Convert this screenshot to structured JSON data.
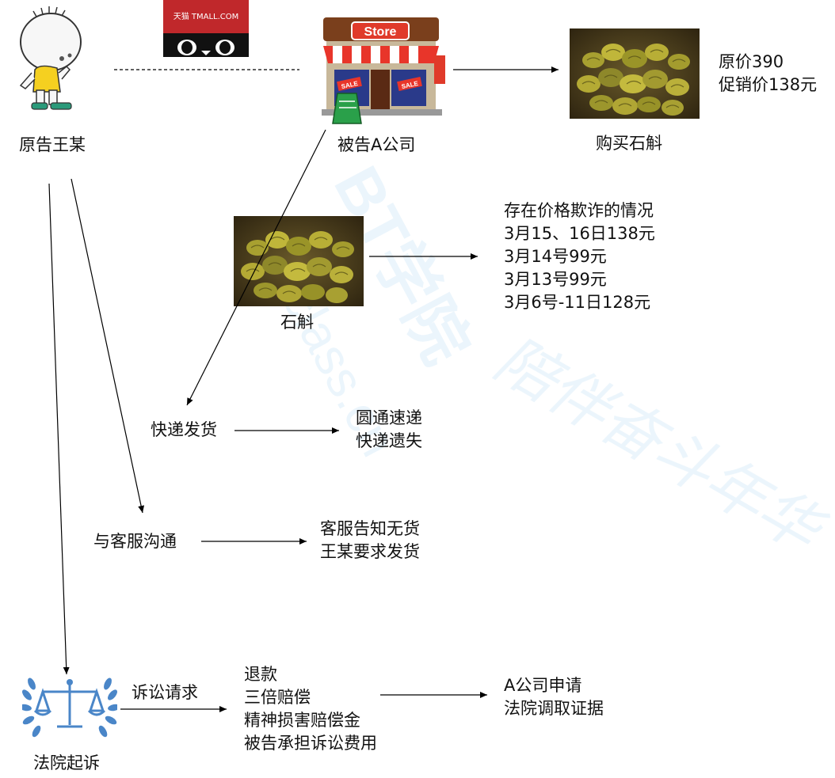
{
  "plaintiff": {
    "label": "原告王某"
  },
  "platform_logo": {
    "text": "天猫 TMALL.COM"
  },
  "store": {
    "sign": "Store",
    "sale_badge": "SALE",
    "label": "被告A公司"
  },
  "purchase": {
    "label": "购买石斛",
    "prices": [
      "原价390",
      "促销价138元"
    ]
  },
  "product": {
    "label": "石斛",
    "price_fraud": [
      "存在价格欺诈的情况",
      "3月15、16日138元",
      "3月14号99元",
      "3月13号99元",
      "3月6号-11日128元"
    ]
  },
  "delivery": {
    "label": "快递发货",
    "result": [
      "圆通速递",
      "快递遗失"
    ]
  },
  "service": {
    "label": "与客服沟通",
    "result": [
      "客服告知无货",
      "王某要求发货"
    ]
  },
  "court": {
    "label": "法院起诉",
    "claim_label": "诉讼请求",
    "claims": [
      "退款",
      "三倍赔偿",
      "精神损害赔偿金",
      "被告承担诉讼费用"
    ],
    "evidence": [
      "A公司申请",
      "法院调取证据"
    ]
  },
  "watermark": {
    "line1": "BT学院",
    "line2": "btclass.cn",
    "line3": "陪伴奋斗年华"
  }
}
